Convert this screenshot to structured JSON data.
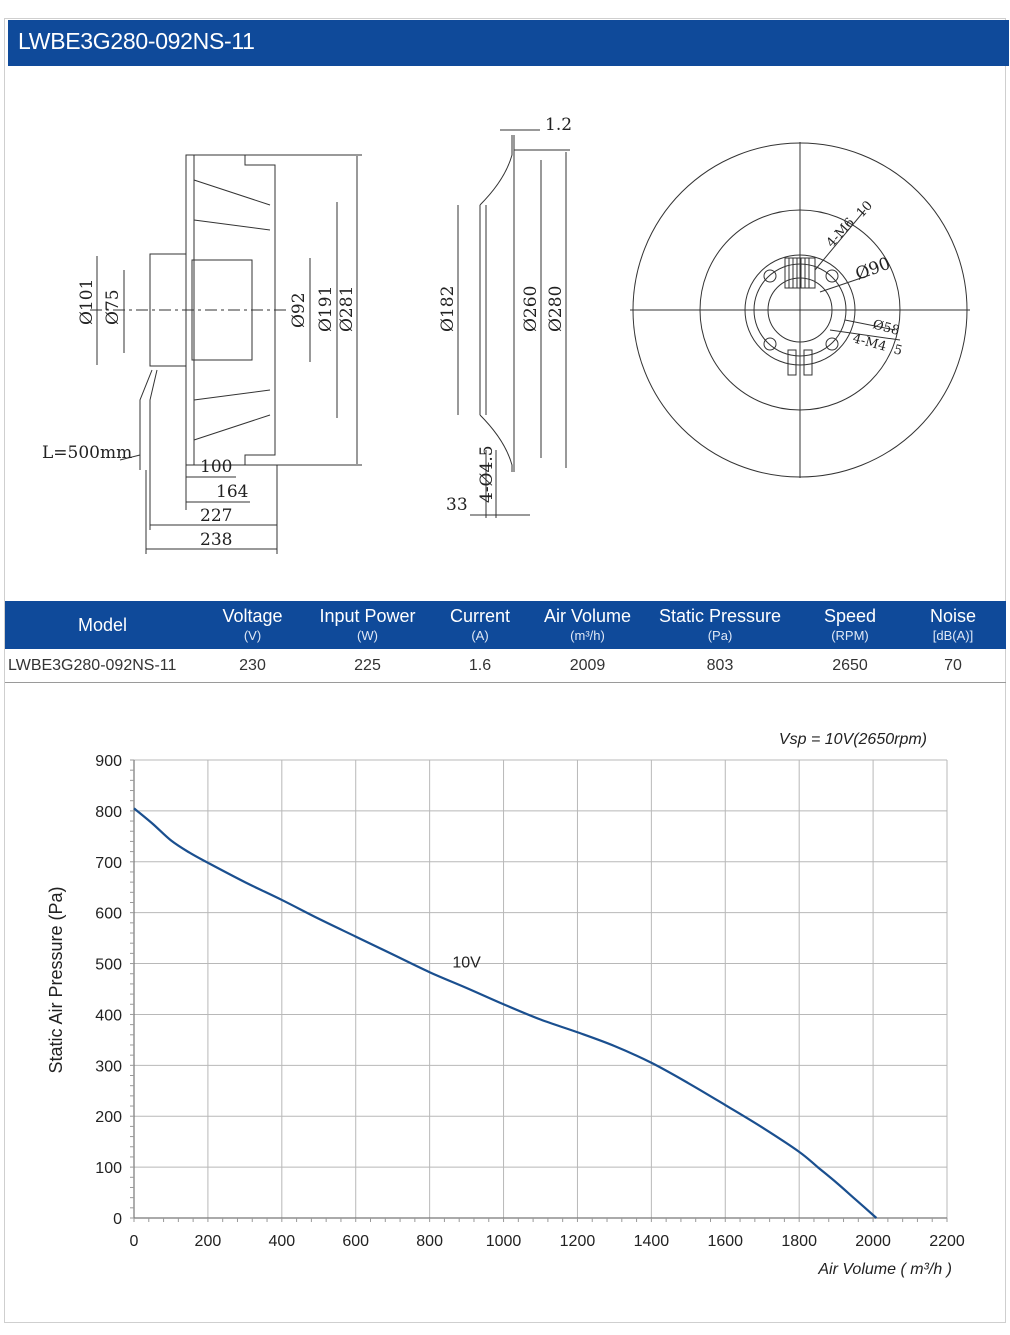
{
  "header": {
    "title": "LWBE3G280-092NS-11"
  },
  "drawing": {
    "side_view": {
      "dims": [
        "Ø101",
        "Ø75",
        "Ø92",
        "Ø191",
        "Ø281",
        "L=500mm",
        "100",
        "164",
        "227",
        "238"
      ]
    },
    "section_view": {
      "dims": [
        "1.2",
        "Ø182",
        "Ø260",
        "Ø280",
        "4-Ø4.5",
        "33"
      ]
    },
    "front_view": {
      "dims": [
        "4-M6",
        "10",
        "Ø90",
        "Ø58",
        "4-M4",
        "5"
      ]
    }
  },
  "table": {
    "headers": [
      {
        "label": "Model",
        "unit": ""
      },
      {
        "label": "Voltage",
        "unit": "(V)"
      },
      {
        "label": "Input Power",
        "unit": "(W)"
      },
      {
        "label": "Current",
        "unit": "(A)"
      },
      {
        "label": "Air Volume",
        "unit": "(m³/h)"
      },
      {
        "label": "Static Pressure",
        "unit": "(Pa)"
      },
      {
        "label": "Speed",
        "unit": "(RPM)"
      },
      {
        "label": "Noise",
        "unit": "[dB(A)]"
      }
    ],
    "rows": [
      [
        "LWBE3G280-092NS-11",
        "230",
        "225",
        "1.6",
        "2009",
        "803",
        "2650",
        "70"
      ]
    ]
  },
  "chart_data": {
    "type": "line",
    "title": "",
    "subtitle": "Vsp = 10V(2650rpm)",
    "xlabel": "Air Volume ( m³/h )",
    "ylabel": "Static Air Pressure  (Pa)",
    "xlim": [
      0,
      2200
    ],
    "ylim": [
      0,
      900
    ],
    "xticks": [
      0,
      200,
      400,
      600,
      800,
      1000,
      1200,
      1400,
      1600,
      1800,
      2000,
      2200
    ],
    "yticks": [
      0,
      100,
      200,
      300,
      400,
      500,
      600,
      700,
      800,
      900
    ],
    "grid": true,
    "series": [
      {
        "name": "10V",
        "color": "#1a4f8f",
        "x": [
          0,
          50,
          100,
          150,
          200,
          300,
          400,
          500,
          600,
          700,
          800,
          900,
          1000,
          1100,
          1200,
          1300,
          1400,
          1500,
          1600,
          1700,
          1800,
          1850,
          1900,
          1950,
          2009
        ],
        "y": [
          805,
          775,
          742,
          718,
          698,
          660,
          625,
          588,
          553,
          518,
          483,
          452,
          420,
          390,
          365,
          338,
          305,
          265,
          222,
          178,
          130,
          100,
          70,
          38,
          0
        ]
      }
    ]
  }
}
